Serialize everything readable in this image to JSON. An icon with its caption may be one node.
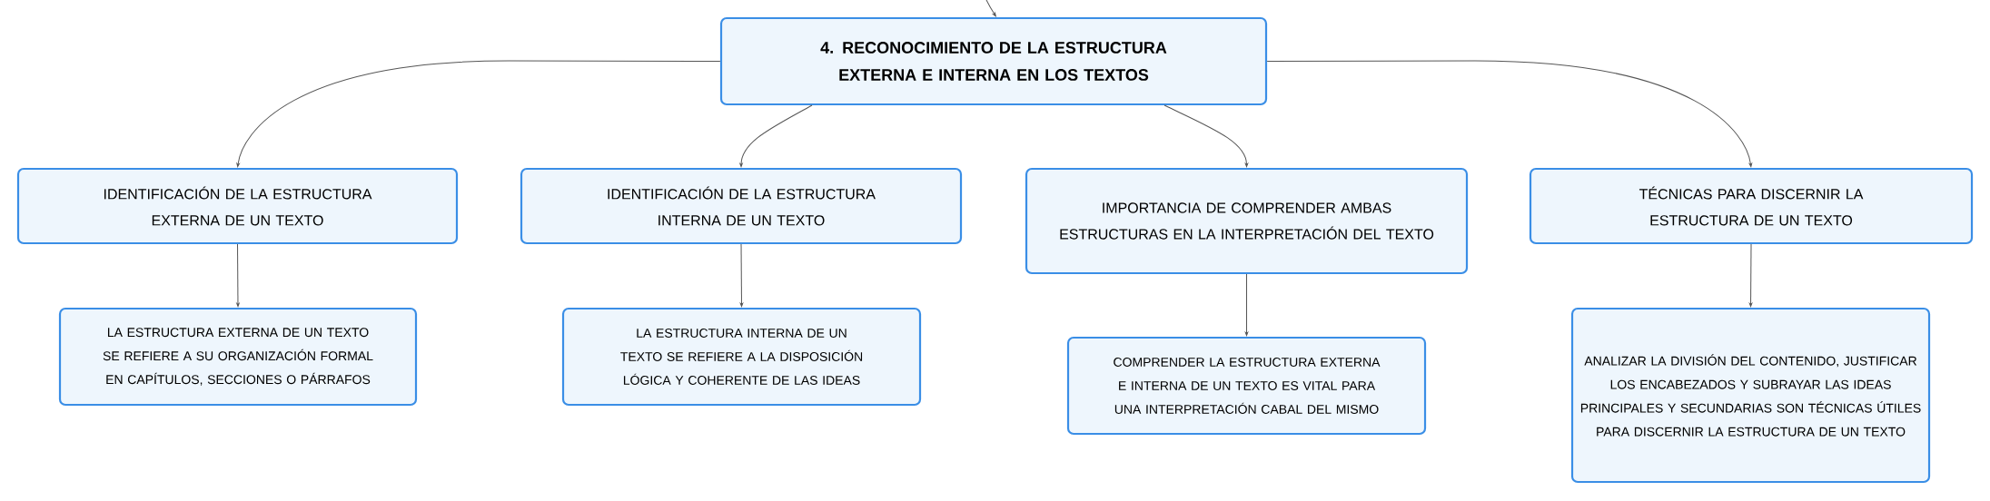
{
  "diagram": {
    "nodes": [
      {
        "text": [
          "4. RECONOCIMIENTO DE LA ESTRUCTURA EXTERNA E INTERNA EN LOS TEXTOS"
        ]
      },
      {
        "text": [
          "IDENTIFICACIÓN DE LA ESTRUCTURA EXTERNA DE UN TEXTO"
        ]
      },
      {
        "text": [
          "IDENTIFICACIÓN DE LA ESTRUCTURA INTERNA DE UN TEXTO"
        ]
      },
      {
        "text": [
          "IMPORTANCIA DE COMPRENDER AMBAS ESTRUCTURAS EN LA INTERPRETACIÓN DEL TEXTO"
        ]
      },
      {
        "text": [
          "TÉCNICAS PARA DISCERNIR LA ESTRUCTURA DE UN TEXTO"
        ]
      },
      {
        "text": [
          "LA ESTRUCTURA EXTERNA DE UN TEXTO SE REFIERE A SU ORGANIZACIÓN FORMAL EN CAPÍTULOS, SECCIONES O PÁRRAFOS"
        ]
      },
      {
        "text": [
          "LA ESTRUCTURA INTERNA DE UN TEXTO SE REFIERE A LA DISPOSICIÓN LÓGICA Y COHERENTE DE LAS IDEAS"
        ]
      },
      {
        "text": [
          "COMPRENDER LA ESTRUCTURA EXTERNA E INTERNA DE UN TEXTO ES VITAL PARA UNA INTERPRETACIÓN CABAL DEL MISMO"
        ]
      },
      {
        "text": [
          "ANALIZAR LA DIVISIÓN DEL CONTENIDO, JUSTIFICAR LOS ENCABEZADOS Y SUBRAYAR LAS IDEAS PRINCIPALES Y SECUNDARIAS SON TÉCNICAS ÚTILES PARA DISCERNIR LA ESTRUCTURA DE UN TEXTO"
        ]
      }
    ],
    "edges": [
      {
        "from": null,
        "to": 0,
        "arrow": "to"
      },
      {
        "from": 0,
        "to": 1,
        "arrow": "to"
      },
      {
        "from": 0,
        "to": 2,
        "arrow": "to"
      },
      {
        "from": 0,
        "to": 3,
        "arrow": "to"
      },
      {
        "from": 0,
        "to": 4,
        "arrow": "to"
      },
      {
        "from": 1,
        "to": 5,
        "arrow": "to"
      },
      {
        "from": 2,
        "to": 6,
        "arrow": "to"
      },
      {
        "from": 3,
        "to": 7,
        "arrow": "to"
      },
      {
        "from": 4,
        "to": 8,
        "arrow": "to"
      }
    ]
  }
}
